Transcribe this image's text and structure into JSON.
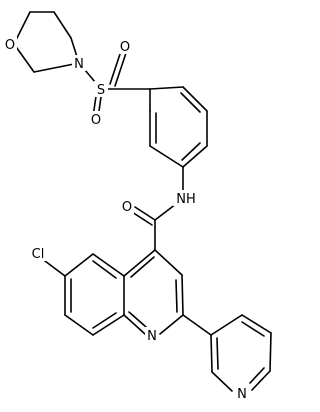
{
  "structure": {
    "atom_labels": {
      "O_morpholine": "O",
      "N_morpholine": "N",
      "S_sulfonyl": "S",
      "O_sulfonyl_top": "O",
      "O_sulfonyl_bottom": "O",
      "O_carbonyl": "O",
      "NH_amide": "NH",
      "Cl": "Cl",
      "N_quinoline": "N",
      "N_pyridine": "N"
    }
  }
}
